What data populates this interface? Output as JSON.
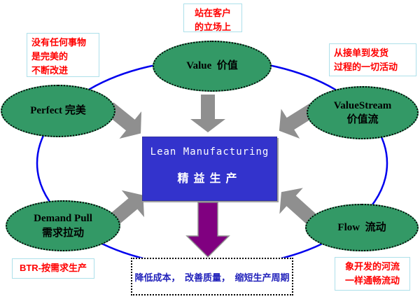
{
  "colors": {
    "ellipse_fill": "#339966",
    "ellipse_border": "#000000",
    "center_rect_fill": "#3333CC",
    "center_rect_text": "#FFFFFF",
    "annotation_text": "#FF0000",
    "annotation_border": "#ADE0EA",
    "result_text": "#2222BB",
    "orbit_stroke": "#0000EE",
    "arrow_gray": "#8F8F8F",
    "arrow_purple": "#800080"
  },
  "center": {
    "line1": "Lean Manufacturing",
    "line2": "精益生产"
  },
  "ellipses": {
    "value": {
      "label": "Value  价值"
    },
    "perfect": {
      "label": "Perfect 完美"
    },
    "valuestream": {
      "line1": "ValueStream",
      "line2": "价值流"
    },
    "demand_pull": {
      "line1": "Demand Pull",
      "line2": "需求拉动"
    },
    "flow": {
      "label": "Flow  流动"
    }
  },
  "annotations": {
    "top_center": {
      "line1": "站在客户",
      "line2": "的立场上"
    },
    "top_left": {
      "line1": "没有任何事物",
      "line2": "是完美的",
      "line3": "不断改进"
    },
    "top_right": {
      "line1": "从接单到发货",
      "line2": "过程的一切活动"
    },
    "bottom_left": {
      "line1": "BTR-按需求生产"
    },
    "bottom_right": {
      "line1": "象开发的河流",
      "line2": "一样通畅流动"
    }
  },
  "result_box": {
    "text": "降低成本，　改善质量，　缩短生产周期"
  }
}
